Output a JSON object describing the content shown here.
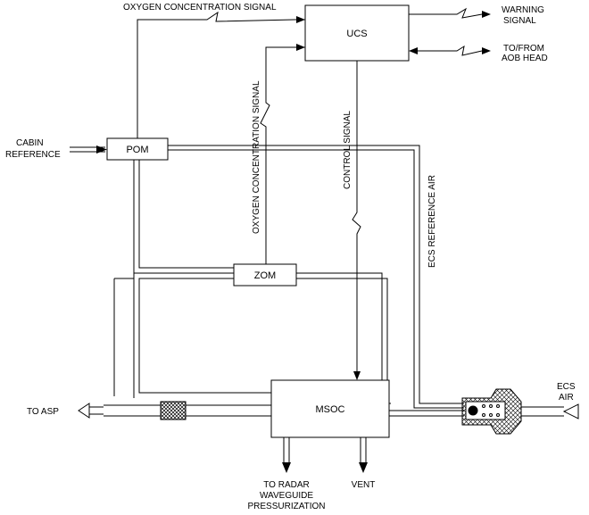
{
  "components": {
    "ucs": "UCS",
    "pom": "POM",
    "zom": "ZOM",
    "msoc": "MSOC"
  },
  "labels": {
    "oxygen_signal_top": "OXYGEN CONCENTRATION SIGNAL",
    "oxygen_signal_vertical": "OXYGEN CONCENTRATION SIGNAL",
    "control_signal": "CONTROL SIGNAL",
    "ecs_reference_air": "ECS REFERENCE AIR",
    "warning_signal": [
      "WARNING",
      "SIGNAL"
    ],
    "to_from_aob": [
      "TO/FROM",
      "AOB HEAD"
    ],
    "cabin_reference": [
      "CABIN",
      "REFERENCE"
    ],
    "to_asp": "TO ASP",
    "ecs_air": [
      "ECS",
      "AIR"
    ],
    "to_radar": [
      "TO RADAR",
      "WAVEGUIDE",
      "PRESSURIZATION"
    ],
    "vent": "VENT"
  }
}
